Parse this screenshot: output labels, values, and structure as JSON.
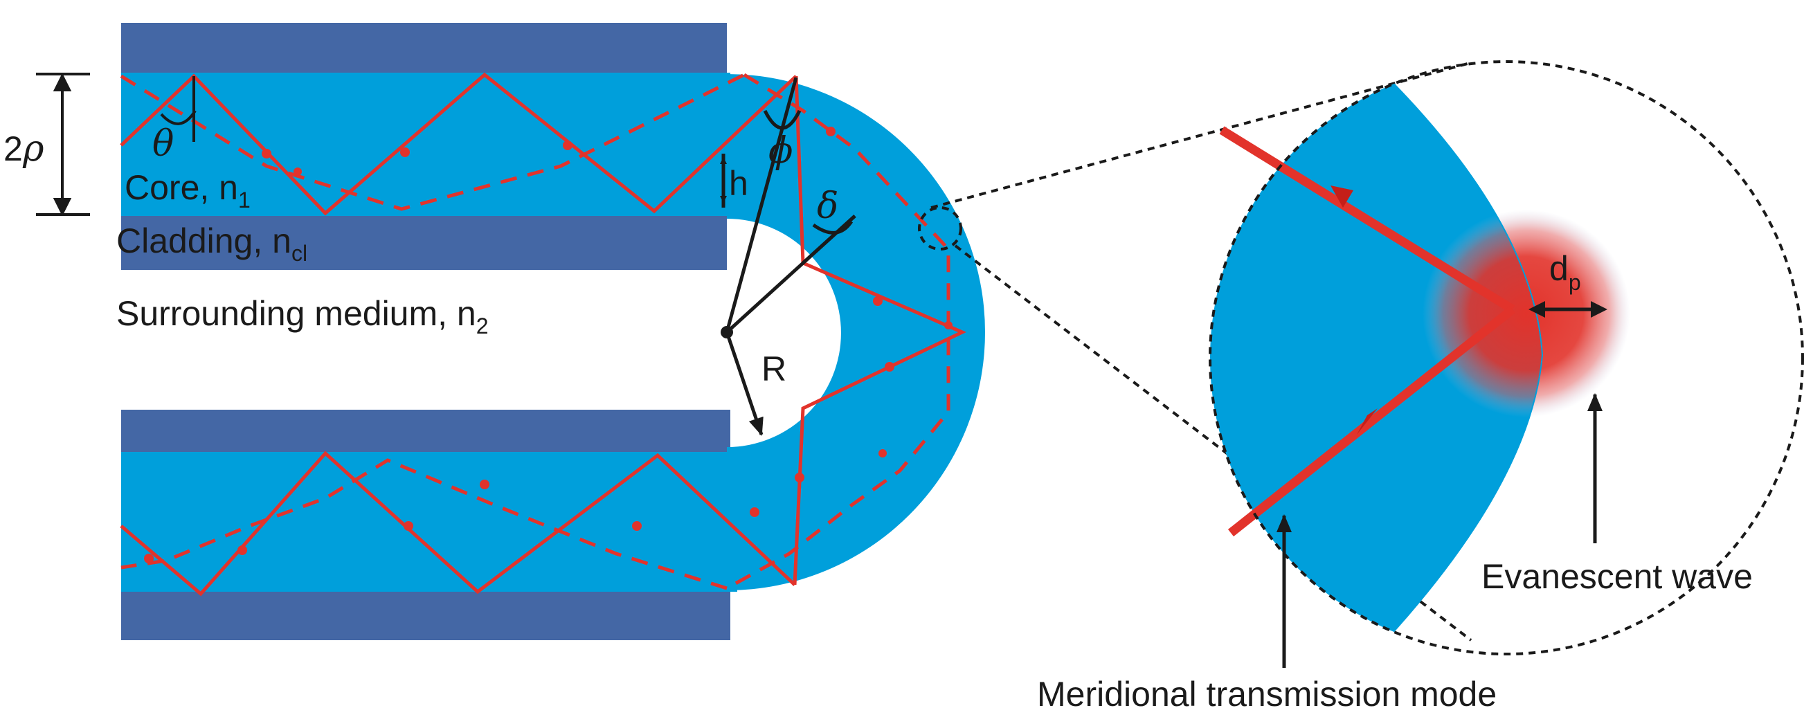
{
  "colors": {
    "core": "#009fdb",
    "cladding": "#4467a5",
    "ray": "#e2332b",
    "ink": "#1a1a1a",
    "evanescent": "#e2332b"
  },
  "labels": {
    "diameter_prefix": "2",
    "diameter_symbol": "ρ",
    "theta": "θ",
    "phi": "ϕ",
    "h": "h",
    "delta": "δ",
    "R": "R",
    "core_text": "Core, n",
    "core_sub": "1",
    "cladding_text": "Cladding, n",
    "cladding_sub": "cl",
    "medium_text": "Surrounding medium, n",
    "medium_sub": "2",
    "dp_text": "d",
    "dp_sub": "p",
    "evanescent_wave": "Evanescent wave",
    "meridional_mode": "Meridional transmission mode"
  }
}
